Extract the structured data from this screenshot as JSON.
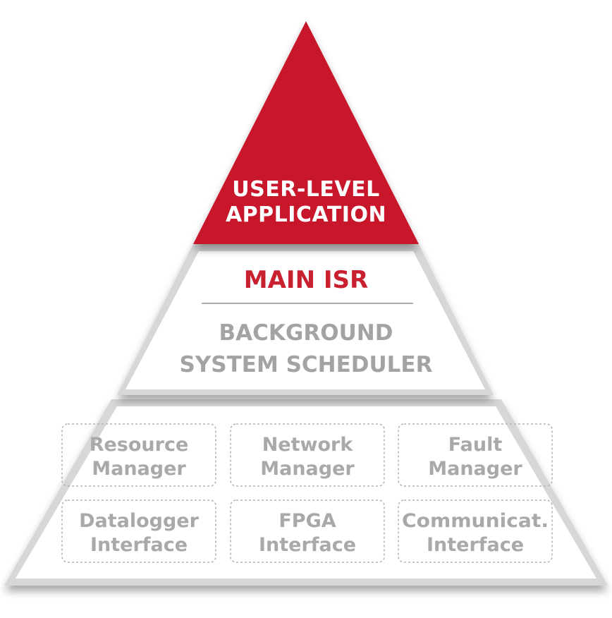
{
  "top": {
    "line1": "USER-LEVEL",
    "line2": "APPLICATION",
    "color": "#c8182a"
  },
  "middle": {
    "title": "MAIN ISR",
    "title_color": "#c8202f",
    "subtitle_line1": "BACKGROUND",
    "subtitle_line2": "SYSTEM SCHEDULER"
  },
  "modules": [
    {
      "line1": "Resource",
      "line2": "Manager"
    },
    {
      "line1": "Network",
      "line2": "Manager"
    },
    {
      "line1": "Fault",
      "line2": "Manager"
    },
    {
      "line1": "Datalogger",
      "line2": "Interface"
    },
    {
      "line1": "FPGA",
      "line2": "Interface"
    },
    {
      "line1": "Communicat.",
      "line2": "Interface"
    }
  ]
}
